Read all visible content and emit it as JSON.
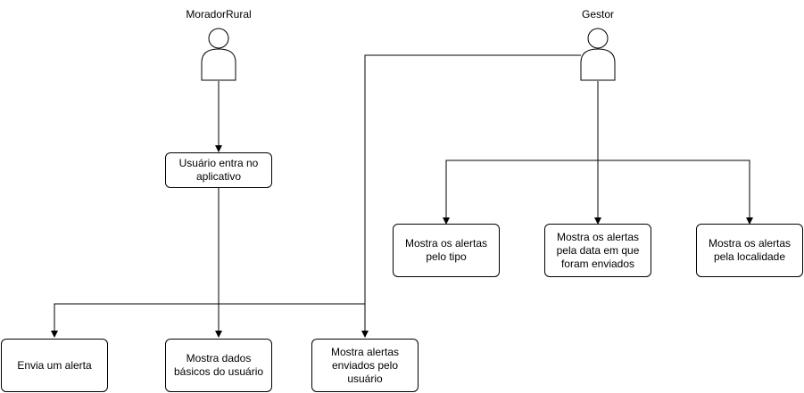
{
  "actors": {
    "morador": {
      "label": "MoradorRural"
    },
    "gestor": {
      "label": "Gestor"
    }
  },
  "nodes": {
    "usuario_entra": "Usuário entra no aplicativo",
    "envia_alerta": "Envia um alerta",
    "mostra_dados": "Mostra dados básicos do usuário",
    "mostra_alertas_usuario": "Mostra alertas enviados pelo usuário",
    "alertas_tipo": "Mostra os alertas pelo tipo",
    "alertas_data": "Mostra os alertas pela data em que foram enviados",
    "alertas_localidade": "Mostra os alertas pela localidade"
  },
  "colors": {
    "stroke": "#000000",
    "fill": "#ffffff"
  }
}
